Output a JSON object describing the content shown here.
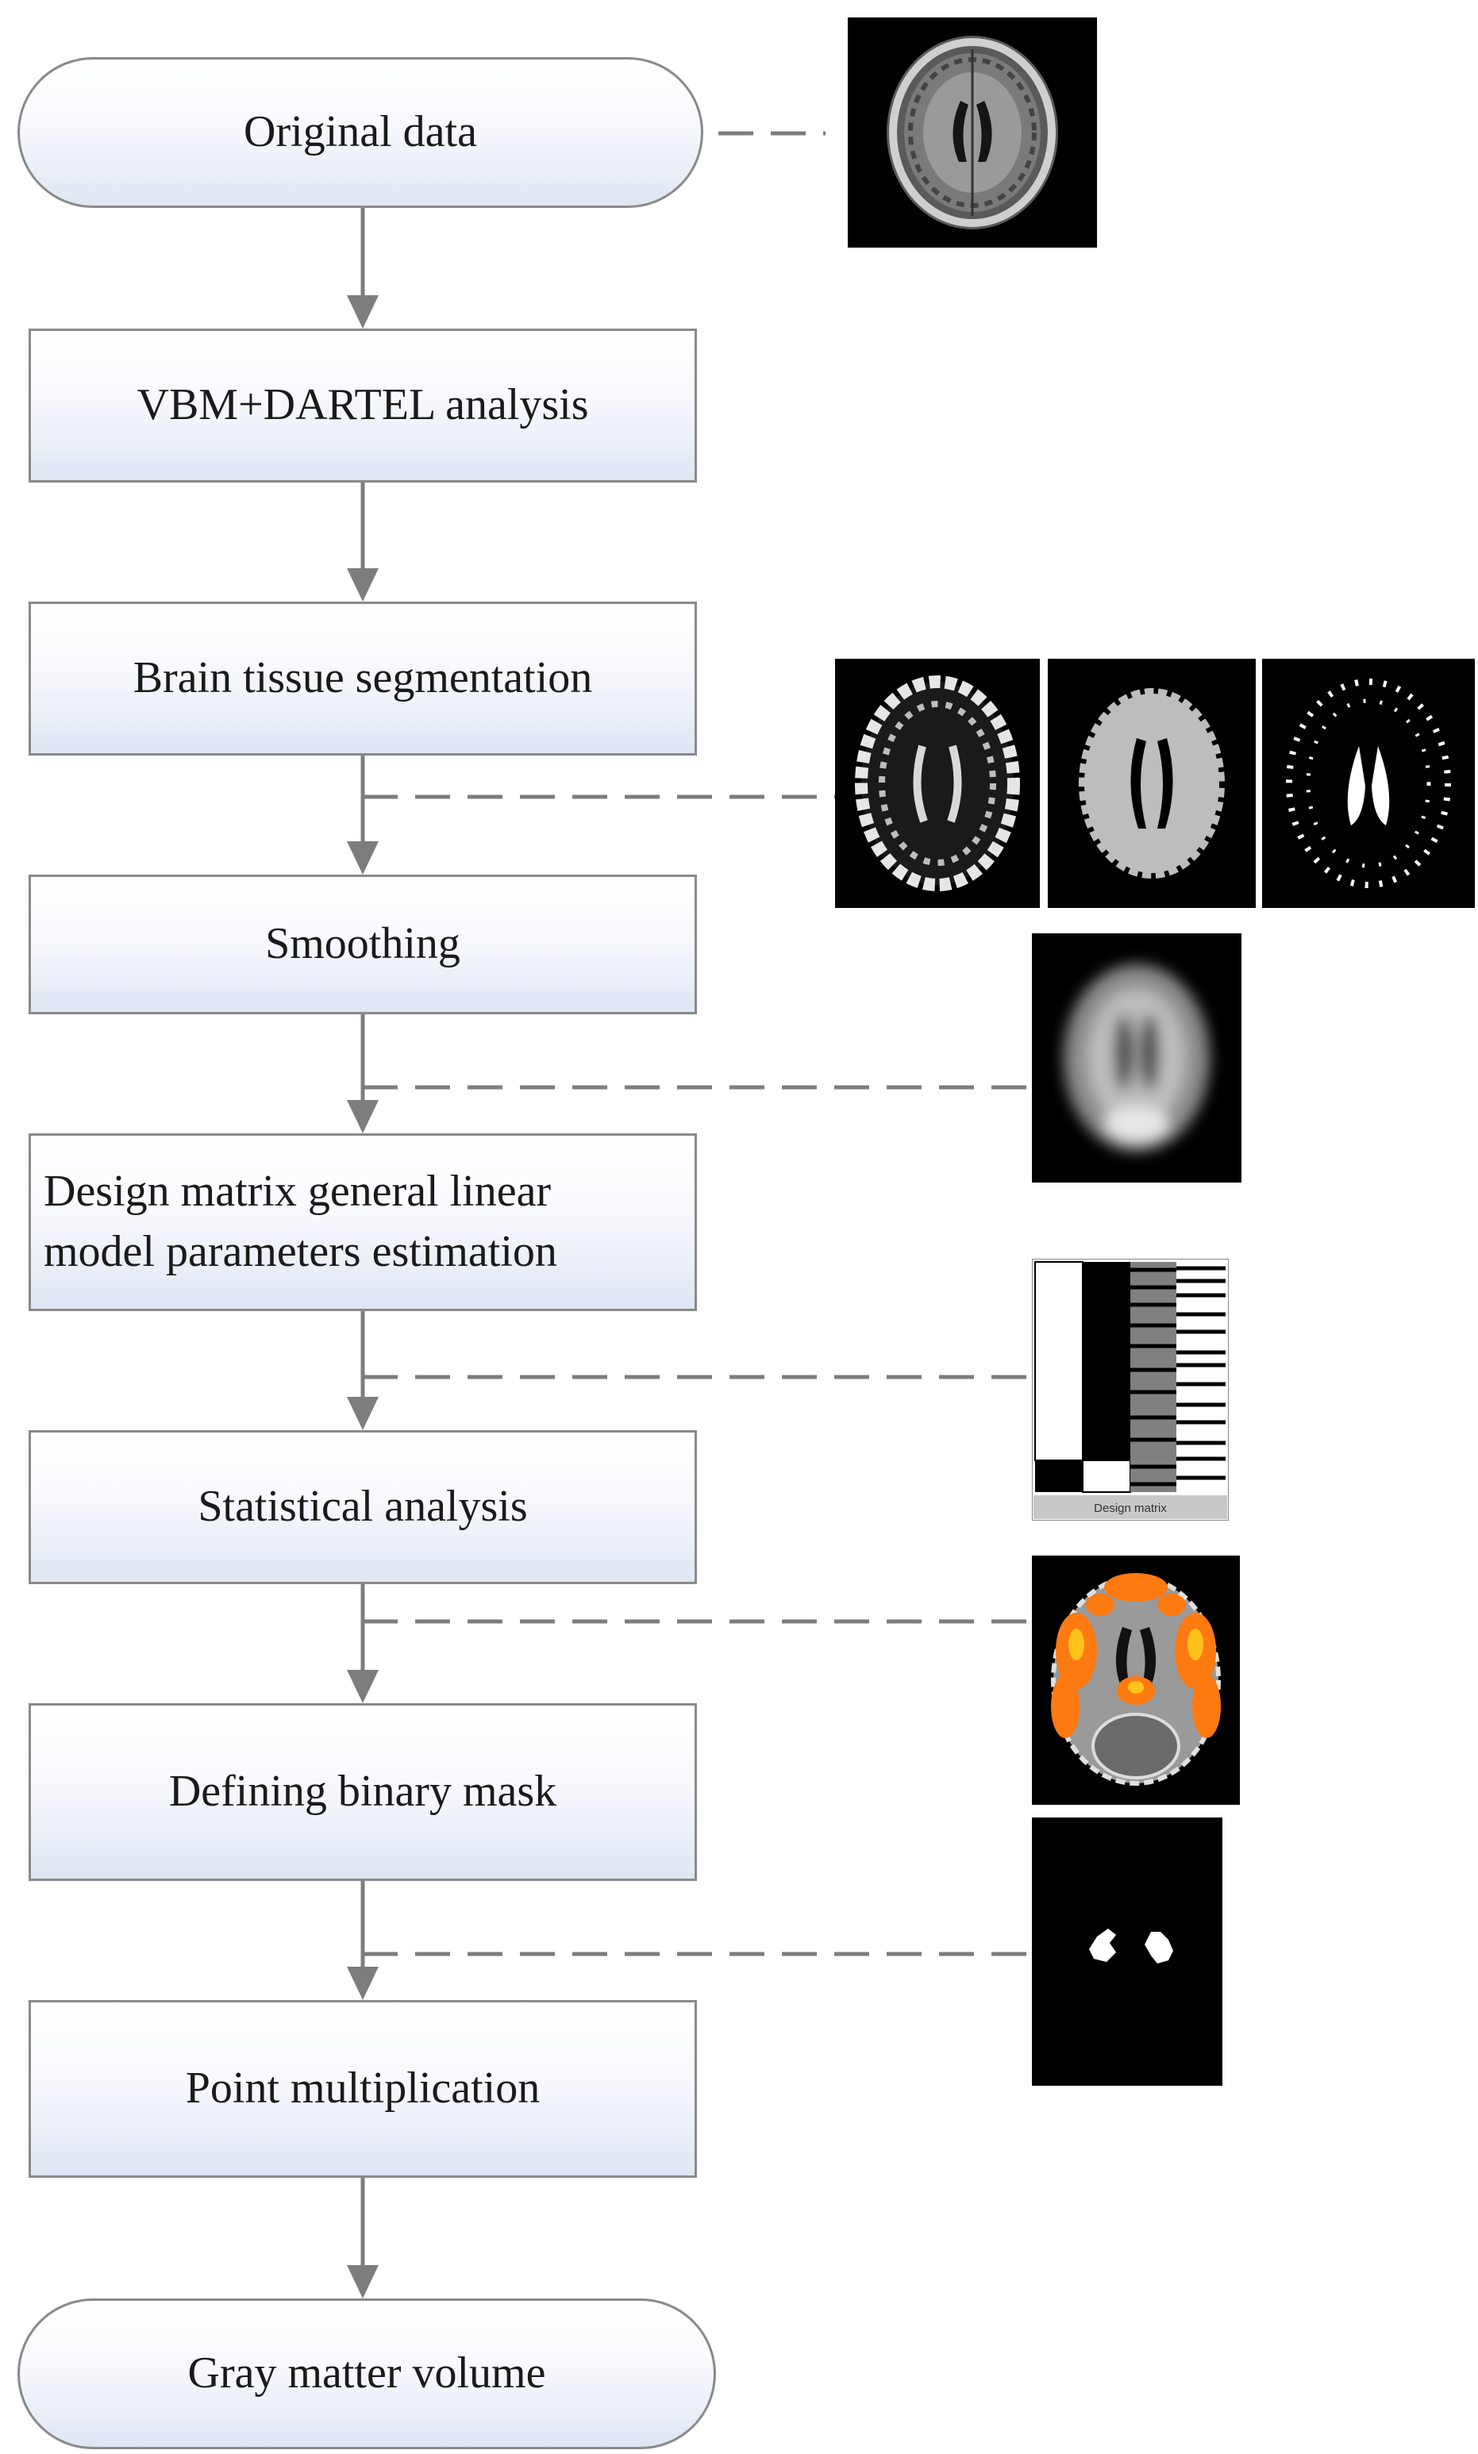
{
  "nodes": [
    {
      "id": "original-data",
      "label": "Original data",
      "shape": "terminal"
    },
    {
      "id": "vbm-dartel",
      "label": "VBM+DARTEL analysis",
      "shape": "process"
    },
    {
      "id": "brain-tissue-segmentation",
      "label": "Brain tissue segmentation",
      "shape": "process"
    },
    {
      "id": "smoothing",
      "label": "Smoothing",
      "shape": "process"
    },
    {
      "id": "design-matrix",
      "label": "Design matrix general linear\nmodel parameters estimation",
      "shape": "process"
    },
    {
      "id": "statistical-analysis",
      "label": "Statistical analysis",
      "shape": "process"
    },
    {
      "id": "binary-mask",
      "label": "Defining binary mask",
      "shape": "process"
    },
    {
      "id": "point-multiplication",
      "label": "Point multiplication",
      "shape": "process"
    },
    {
      "id": "gray-matter-volume",
      "label": "Gray matter volume",
      "shape": "terminal"
    }
  ],
  "edges": [
    {
      "from": "original-data",
      "to": "vbm-dartel"
    },
    {
      "from": "vbm-dartel",
      "to": "brain-tissue-segmentation"
    },
    {
      "from": "brain-tissue-segmentation",
      "to": "smoothing"
    },
    {
      "from": "smoothing",
      "to": "design-matrix"
    },
    {
      "from": "design-matrix",
      "to": "statistical-analysis"
    },
    {
      "from": "statistical-analysis",
      "to": "binary-mask"
    },
    {
      "from": "binary-mask",
      "to": "point-multiplication"
    },
    {
      "from": "point-multiplication",
      "to": "gray-matter-volume"
    }
  ],
  "illustrations": {
    "design_matrix_caption": "Design matrix"
  },
  "colors": {
    "border": "#8a8a8a",
    "arrow": "#7d7d7d",
    "node_fill_top": "#ffffff",
    "node_fill_bottom": "#dfe6f3",
    "image_background": "#000000",
    "activation": "#ff7a10"
  }
}
